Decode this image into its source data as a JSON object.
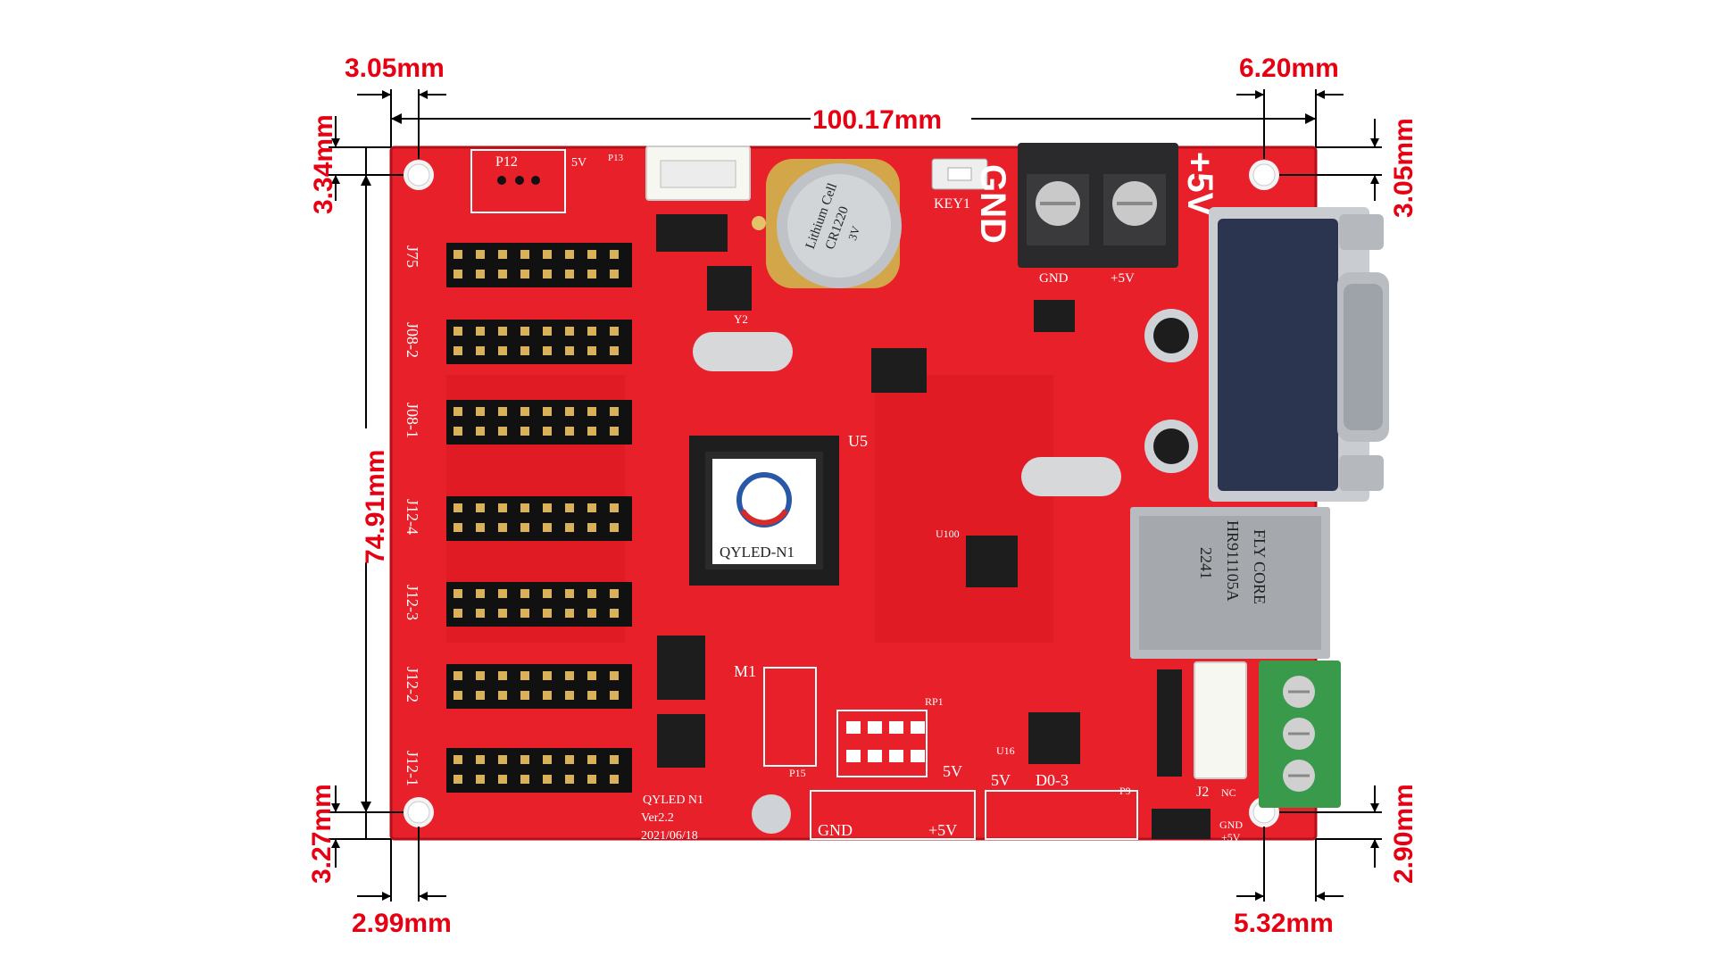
{
  "dimensions": {
    "top_left_x": "3.05mm",
    "top_width": "100.17mm",
    "top_right_x": "6.20mm",
    "left_top_y": "3.34mm",
    "right_top_y": "3.05mm",
    "board_height": "74.91mm",
    "left_bottom_y": "3.27mm",
    "right_bottom_y": "2.90mm",
    "bottom_left_x": "2.99mm",
    "bottom_right_x": "5.32mm"
  },
  "board": {
    "model": "QYLED-N1",
    "silk_model": "QYLED   N1",
    "version": "Ver2.2",
    "date": "2021/06/18",
    "battery_line1": "Lithium Cell",
    "battery_line2": "CR1220",
    "battery_line3": "3V",
    "key_label": "KEY1",
    "gnd_big": "GND",
    "plus5v_big": "+5V",
    "terminal_gnd": "GND",
    "terminal_5v": "+5V",
    "p12": "P12",
    "p13": "P13",
    "p15": "P15",
    "u5": "U5",
    "m1": "M1",
    "y2": "Y2",
    "u16": "U16",
    "u100": "U100",
    "d0_3": "D0-3",
    "gnd_bottom": "GND",
    "plus5v_bottom": "+5V",
    "fivev_bottom": "5V",
    "fivev_bottom2": "5V",
    "j2": "J2",
    "nc": "NC",
    "gnd_small": "GND",
    "plus5v_small": "+5V",
    "rj45_line1": "FLY CORE",
    "rj45_line2": "HR911105A",
    "rj45_line3": "2241",
    "rp1": "RP1",
    "p9": "P9"
  },
  "headers": [
    {
      "name": "J75"
    },
    {
      "name": "J08-2"
    },
    {
      "name": "J08-1"
    },
    {
      "name": "J12-4"
    },
    {
      "name": "J12-3"
    },
    {
      "name": "J12-2"
    },
    {
      "name": "J12-1"
    }
  ],
  "colors": {
    "dimension": "#e60012",
    "board": "#e8202a",
    "board_dark": "#c8141d"
  }
}
